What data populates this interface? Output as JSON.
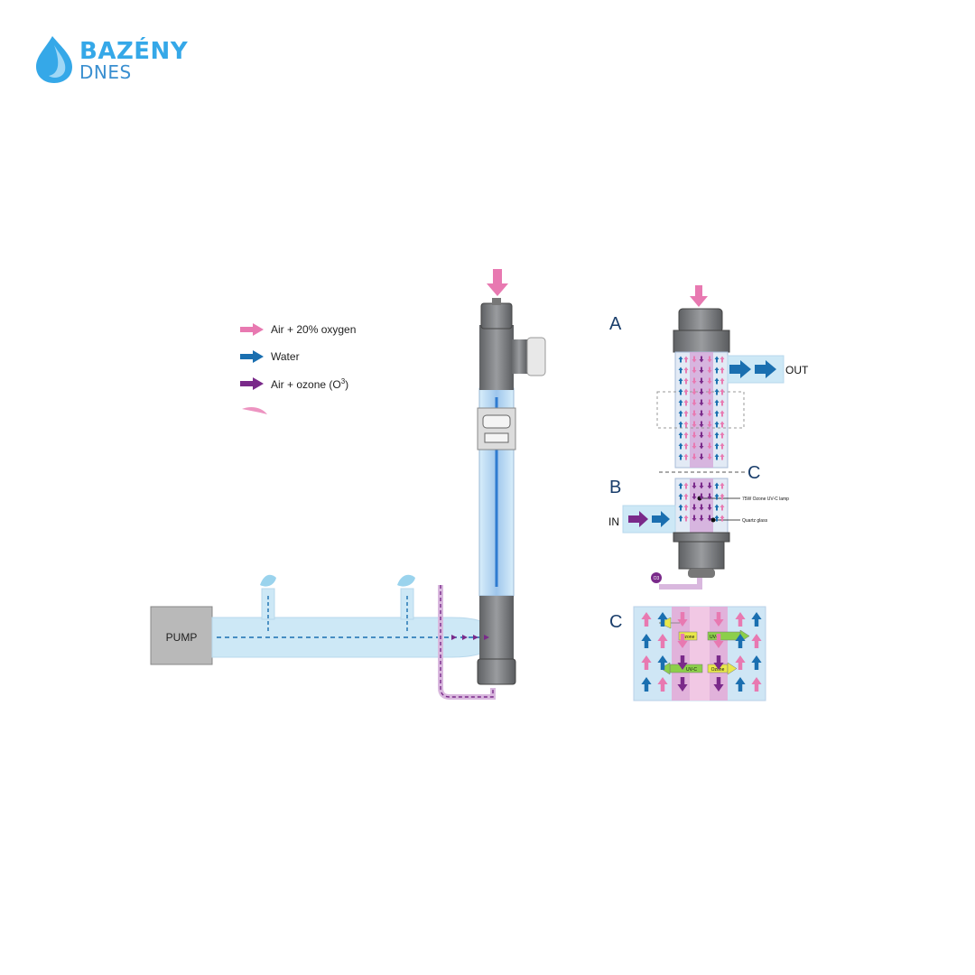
{
  "brand": {
    "name_line1": "BAZÉNY",
    "name_line2": "DNES"
  },
  "colors": {
    "pink": "#e879b1",
    "blue": "#1a6fb0",
    "purple": "#7a2a8a",
    "water": "#cde8f6",
    "housing": "#7f8184"
  },
  "legend": [
    {
      "label": "Air + 20% oxygen",
      "color": "#e879b1"
    },
    {
      "label": "Water",
      "color": "#1a6fb0"
    },
    {
      "label": "Air + ozone (O3)",
      "color": "#7a2a8a"
    }
  ],
  "main_diagram": {
    "pump_label": "PUMP"
  },
  "detail": {
    "label_a": "A",
    "label_b": "B",
    "label_c_marker": "C",
    "label_c": "C",
    "out_label": "OUT",
    "in_label": "IN",
    "lamp_label": "75W Ozone UV-C lamp",
    "quartz_label": "Quartz glass",
    "o3_label": "O3",
    "c_tags": [
      "Ozone",
      "UV-C",
      "UV-C",
      "Ozone"
    ]
  }
}
